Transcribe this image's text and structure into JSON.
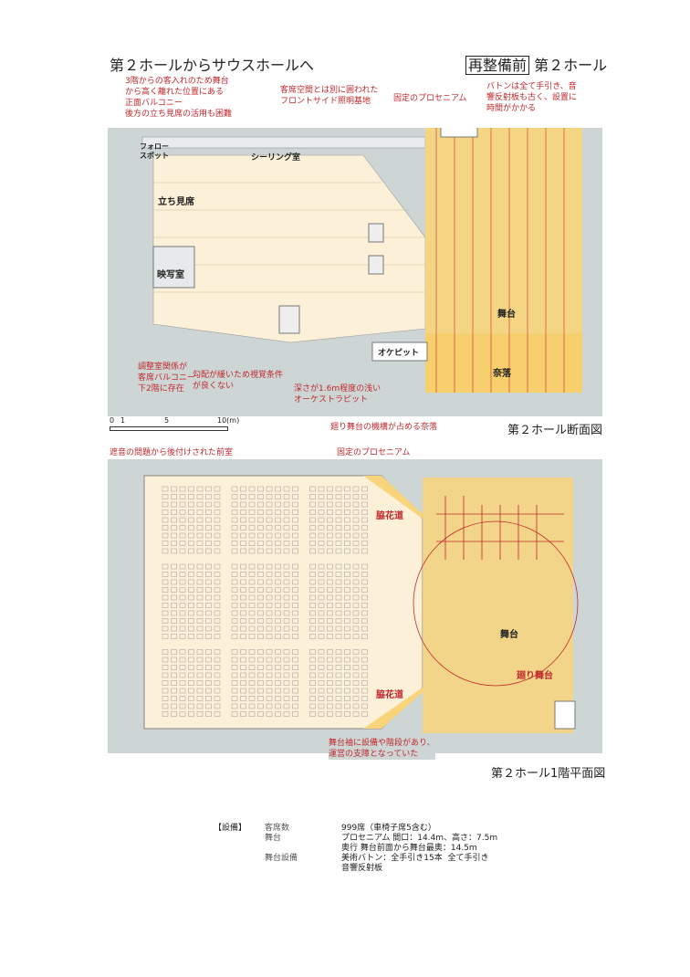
{
  "header": {
    "title": "第２ホールからサウスホールへ",
    "tag": "再整備前",
    "hall": "第２ホール"
  },
  "section": {
    "caption": "第２ホール断面図",
    "labels": {
      "follow_spot": "フォロー\nスポット",
      "ceiling": "シーリング室",
      "standing": "立ち見席",
      "projection": "映写室",
      "stage": "舞台",
      "pit": "オケピット",
      "naraku": "奈落"
    },
    "notes": [
      "3階からの客入れのため舞台\nから高く離れた位置にある\n正面バルコニー\n後方の立ち見席の活用も困難",
      "客席空間とは別に囲われた\nフロントサイド照明基地",
      "固定のプロセニアム",
      "バトンは全て手引き、音\n響反射板も古く、設置に\n時間がかかる",
      "調整室関係が\n客席バルコニー\n下2階に存在",
      "勾配が緩いため視覚条件\nが良くない",
      "深さが1.6m程度の浅い\nオーケストラピット",
      "廻り舞台の機構が占める奈落"
    ],
    "scale": {
      "ticks": [
        "0",
        "1",
        "5",
        "10(m)"
      ]
    }
  },
  "plan": {
    "caption": "第２ホール1階平面図",
    "labels": {
      "wing_top": "脇花道",
      "wing_bottom": "脇花道",
      "stage": "舞台",
      "revolving": "廻り舞台"
    },
    "notes": [
      "遮音の問題から後付けされた前室",
      "固定のプロセニアム",
      "舞台袖に設備や階段があり、\n運営の支障となっていた"
    ]
  },
  "specs": {
    "heading": "【設備】",
    "rows": [
      {
        "key": "客席数",
        "value": "999席（車椅子席5含む）"
      },
      {
        "key": "舞台",
        "value": "プロセニアム 間口：14.4m、高さ：7.5m\n奥行 舞台前面から舞台最奥：14.5m"
      },
      {
        "key": "舞台設備",
        "value": "美術バトン：全手引き15本  全て手引き\n音響反射板"
      }
    ]
  },
  "colors": {
    "wall": "#cdd6d5",
    "audience": "#fcf1d8",
    "stage": "#f8d57a",
    "accent": "#c0282d"
  }
}
